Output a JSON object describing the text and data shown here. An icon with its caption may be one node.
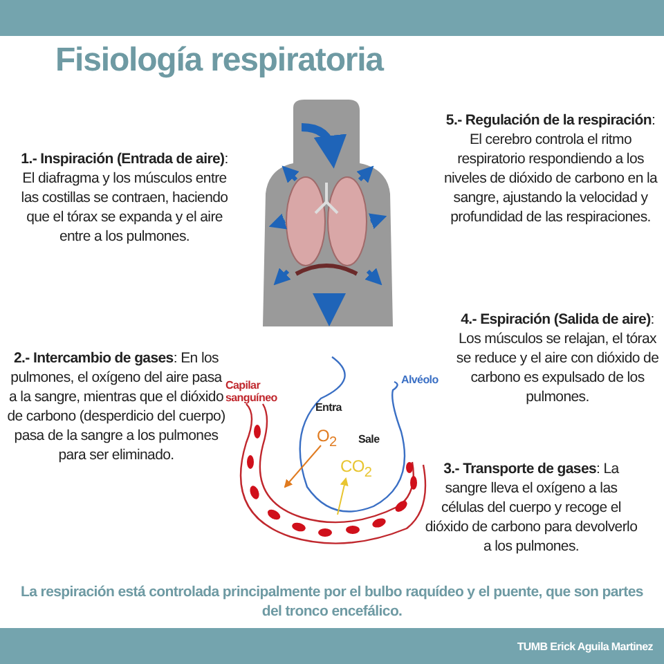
{
  "diagram": {
    "title": "Fisiología respiratoria",
    "caption": "La respiración está controlada principalmente por el bulbo raquídeo y el puente, que son partes del tronco encefálico.",
    "labels": [
      "**5.- Regulación de la respiración**: El cerebro controla el ritmo respiratorio respondiendo a los niveles de dióxido de carbono en la sangre, ajustando la velocidad y profundidad de las respiraciones.",
      "**1.- Inspiración (Entrada de aire)**: El diafragma y los músculos entre las costillas se contraen, haciendo que el tórax se expanda y el aire entre a los pulmones.",
      "**4.- Espiración (Salida de aire)**: Los músculos se relajan, el tórax se reduce y el aire con dióxido de carbono es expulsado de los pulmones.",
      "**2.- Intercambio de gases**: En los pulmones, el oxígeno del aire pasa a la sangre, mientras que el dióxido de carbono (desperdicio del cuerpo) pasa de la sangre a los pulmones para ser eliminado.",
      "Capilar sanguíneo",
      "Alvéolo",
      "Entra",
      "Sale",
      "O$_{2}$",
      "CO$_{2}$",
      "**3.- Transporte de gases**: La sangre lleva el oxígeno a las células del cuerpo y recoge el dióxido de carbono para devolverlo a los pulmones.",
      "TUMB Erick Aguila Martinez"
    ]
  }
}
